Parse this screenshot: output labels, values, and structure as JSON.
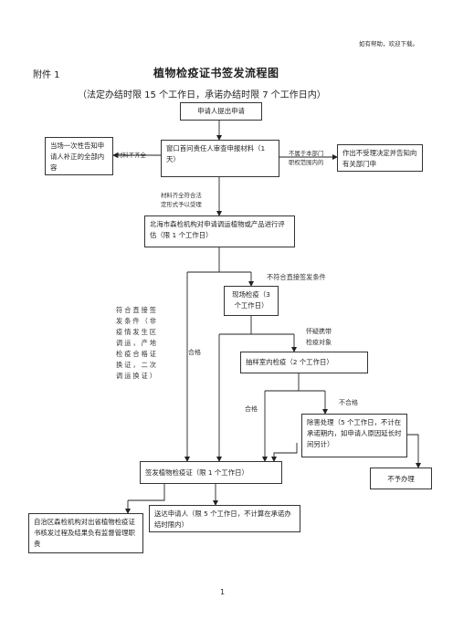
{
  "header": {
    "note": "如有帮助，欢迎下载。"
  },
  "attachment": "附件 1",
  "title": "植物检疫证书签发流程图",
  "subtitle": "（法定办结时限 15 个工作日，承诺办结时限 7 个工作日内）",
  "nodes": {
    "apply": "申请人提出申请",
    "notify_all": "当场一次性告知申请人补正的全部内容",
    "window_review": "窗口首问责任人审查申报材料（1 天）",
    "reject_decision": "作出不受理决定并告知向有关部门申",
    "evaluate": "北海市森检机构对申请调运植物或产品进行评估（限 1 个工作日）",
    "site_inspect": "现场检疫（3 个工作日）",
    "lab_inspect": "抽样室内检疫（2 个工作日）",
    "pest_treat": "除害处理（5 个工作日，不计在承诺期内，如申请人原因延长时间另计）",
    "issue_cert": "签发植物检疫证（限 1 个工作日）",
    "deliver": "送达申请人（限 5 个工作日，不计算在承诺办结时限内）",
    "supervise": "自治区森检机构对出省植物检疫证书核发过程及结果负有监督管理职责",
    "not_handle": "不予办理"
  },
  "labels": {
    "incomplete": "材料不齐全",
    "out_of_scope": "不属于本部门\n职权范围内的",
    "accepted": "材料齐全符合法\n定形式予以受理",
    "not_direct": "不符合直接签发条件",
    "direct_cond": "符合直接签发条件（非疫情发生区调运，产地检疫合格证换证，二次调运换证）",
    "suspect": "怀疑携带\n检疫对象",
    "pass1": "合格",
    "pass2": "合格",
    "fail": "不合格"
  },
  "footer": {
    "page_number": "1"
  }
}
